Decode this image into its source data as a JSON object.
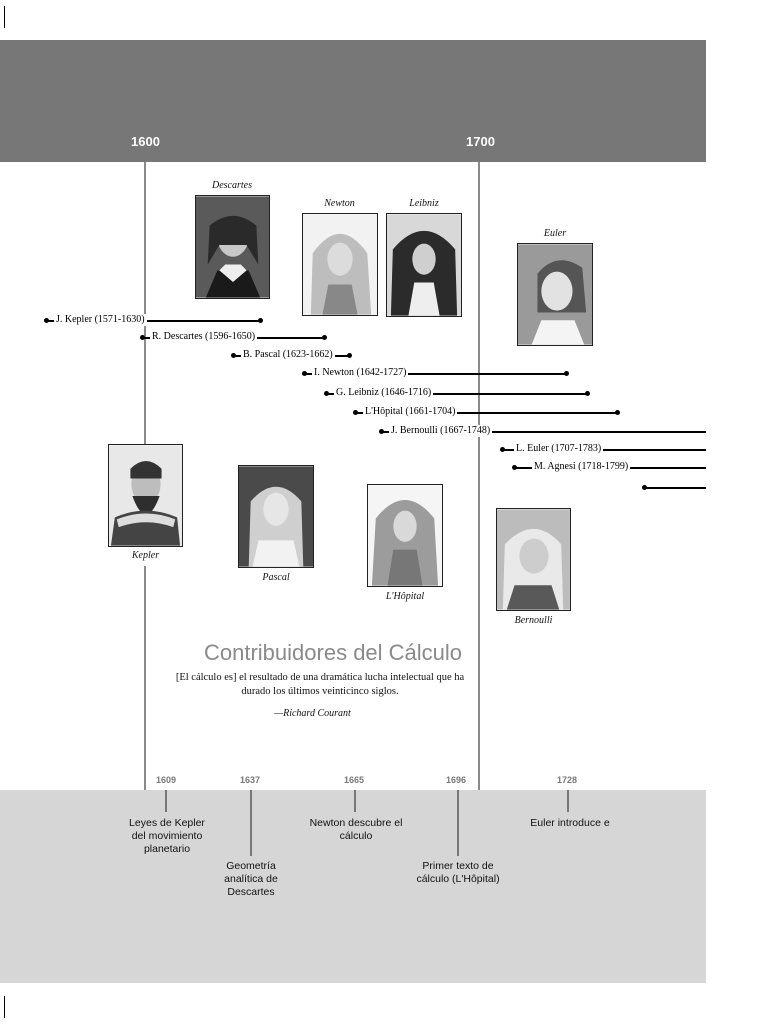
{
  "centuries": [
    "1600",
    "1700"
  ],
  "portraits": {
    "descartes": "Descartes",
    "newton": "Newton",
    "leibniz": "Leibniz",
    "euler": "Euler",
    "kepler": "Kepler",
    "pascal": "Pascal",
    "lhopital": "L'Hôpital",
    "bernoulli": "Bernoulli"
  },
  "lifespans": [
    {
      "label": "J. Kepler (1571-1630)"
    },
    {
      "label": "R. Descartes (1596-1650)"
    },
    {
      "label": "B. Pascal (1623-1662)"
    },
    {
      "label": "I. Newton (1642-1727)"
    },
    {
      "label": "G. Leibniz (1646-1716)"
    },
    {
      "label": "L'Hôpital (1661-1704)"
    },
    {
      "label": "J. Bernoulli (1667-1748)"
    },
    {
      "label": "L. Euler (1707-1783)"
    },
    {
      "label": "M. Agnesi (1718-1799)"
    }
  ],
  "title": "Contribuidores del Cálculo",
  "quote": {
    "text": "[El cálculo es] el resultado de una dramática lucha intelectual que ha durado los últimos veinticinco siglos.",
    "author": "—Richard Courant"
  },
  "events": [
    {
      "year": "1609",
      "text": "Leyes de Kepler del movimiento planetario"
    },
    {
      "year": "1637",
      "text": "Geometría analítica de Descartes"
    },
    {
      "year": "1665",
      "text": "Newton descubre el cálculo"
    },
    {
      "year": "1696",
      "text": "Primer texto de cálculo (L'Hôpital)"
    },
    {
      "year": "1728",
      "text": "Euler introduce e"
    }
  ]
}
